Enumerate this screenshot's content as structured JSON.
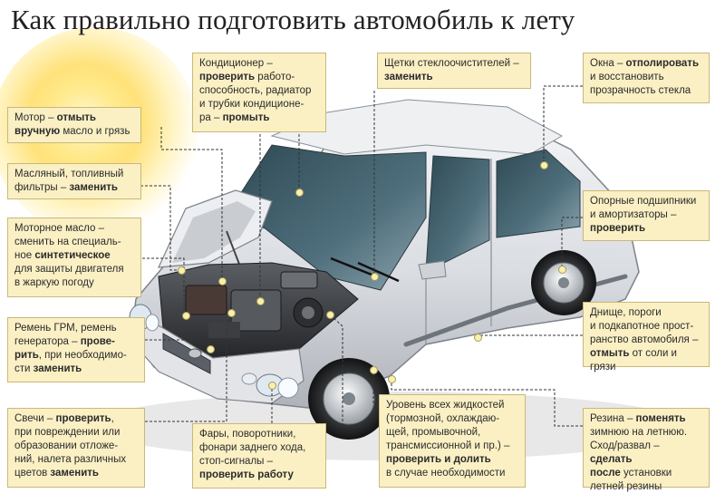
{
  "title": "Как правильно подготовить автомобиль к лету",
  "callouts": {
    "motor": [
      {
        "t": "Мотор – ",
        "b": false
      },
      {
        "t": "отмыть",
        "b": true
      },
      {
        "br": true
      },
      {
        "t": "вручную",
        "b": true
      },
      {
        "t": " масло и грязь",
        "b": false
      }
    ],
    "filters": [
      {
        "t": "Масляный, топливный",
        "b": false
      },
      {
        "br": true
      },
      {
        "t": "фильтры – ",
        "b": false
      },
      {
        "t": "заменить",
        "b": true
      }
    ],
    "oil": [
      {
        "t": "Моторное масло –",
        "b": false
      },
      {
        "br": true
      },
      {
        "t": "сменить  на специаль-",
        "b": false
      },
      {
        "br": true
      },
      {
        "t": "ное ",
        "b": false
      },
      {
        "t": "синтетическое",
        "b": true
      },
      {
        "br": true
      },
      {
        "t": "для защиты двигателя",
        "b": false
      },
      {
        "br": true
      },
      {
        "t": "в жаркую погоду",
        "b": false
      }
    ],
    "belt": [
      {
        "t": "Ремень ГРМ, ремень",
        "b": false
      },
      {
        "br": true
      },
      {
        "t": "генератора – ",
        "b": false
      },
      {
        "t": "прове-",
        "b": true
      },
      {
        "br": true
      },
      {
        "t": "рить",
        "b": true
      },
      {
        "t": ", при необходимо-",
        "b": false
      },
      {
        "br": true
      },
      {
        "t": "сти ",
        "b": false
      },
      {
        "t": "заменить",
        "b": true
      }
    ],
    "plugs": [
      {
        "t": "Свечи – ",
        "b": false
      },
      {
        "t": "проверить",
        "b": true
      },
      {
        "t": ",",
        "b": false
      },
      {
        "br": true
      },
      {
        "t": "при повреждении или",
        "b": false
      },
      {
        "br": true
      },
      {
        "t": "образовании отложе-",
        "b": false
      },
      {
        "br": true
      },
      {
        "t": "ний, налета различных",
        "b": false
      },
      {
        "br": true
      },
      {
        "t": "цветов ",
        "b": false
      },
      {
        "t": "заменить",
        "b": true
      }
    ],
    "ac": [
      {
        "t": "Кондиционер –",
        "b": false
      },
      {
        "br": true
      },
      {
        "t": "проверить",
        "b": true
      },
      {
        "t": " работо-",
        "b": false
      },
      {
        "br": true
      },
      {
        "t": "способность, радиатор",
        "b": false
      },
      {
        "br": true
      },
      {
        "t": "и трубки кондиционе-",
        "b": false
      },
      {
        "br": true
      },
      {
        "t": "ра – ",
        "b": false
      },
      {
        "t": "промыть",
        "b": true
      }
    ],
    "wipers": [
      {
        "t": "Щетки стеклоочистителей –",
        "b": false
      },
      {
        "br": true
      },
      {
        "t": "заменить",
        "b": true
      }
    ],
    "windows": [
      {
        "t": "Окна – ",
        "b": false
      },
      {
        "t": "отполировать",
        "b": true
      },
      {
        "br": true
      },
      {
        "t": "и восстановить",
        "b": false
      },
      {
        "br": true
      },
      {
        "t": "прозрачность стекла",
        "b": false
      }
    ],
    "bearings": [
      {
        "t": "Опорные подшипники",
        "b": false
      },
      {
        "br": true
      },
      {
        "t": "и амортизаторы –",
        "b": false
      },
      {
        "br": true
      },
      {
        "t": "проверить",
        "b": true
      }
    ],
    "bottom": [
      {
        "t": "Днище, пороги",
        "b": false
      },
      {
        "br": true
      },
      {
        "t": "и подкапотное прост-",
        "b": false
      },
      {
        "br": true
      },
      {
        "t": "ранство автомобиля –",
        "b": false
      },
      {
        "br": true
      },
      {
        "t": "отмыть",
        "b": true
      },
      {
        "t": " от соли и грязи",
        "b": false
      }
    ],
    "tires": [
      {
        "t": "Резина – ",
        "b": false
      },
      {
        "t": "поменять",
        "b": true
      },
      {
        "br": true
      },
      {
        "t": "зимнюю на летнюю.",
        "b": false
      },
      {
        "br": true
      },
      {
        "t": "Сход/развал – ",
        "b": false
      },
      {
        "t": "сделать",
        "b": true
      },
      {
        "br": true
      },
      {
        "t": "после",
        "b": true
      },
      {
        "t": " установки",
        "b": false
      },
      {
        "br": true
      },
      {
        "t": "летней резины",
        "b": false
      }
    ],
    "fluids": [
      {
        "t": "Уровень всех жидкостей",
        "b": false
      },
      {
        "br": true
      },
      {
        "t": "(тормозной, охлаждаю-",
        "b": false
      },
      {
        "br": true
      },
      {
        "t": "щей, промывочной,",
        "b": false
      },
      {
        "br": true
      },
      {
        "t": "трансмиссионной и пр.) –",
        "b": false
      },
      {
        "br": true
      },
      {
        "t": "проверить и долить",
        "b": true
      },
      {
        "br": true
      },
      {
        "t": "в случае необходимости",
        "b": false
      }
    ],
    "lights": [
      {
        "t": "Фары, поворотники,",
        "b": false
      },
      {
        "br": true
      },
      {
        "t": "фонари заднего хода,",
        "b": false
      },
      {
        "br": true
      },
      {
        "t": "стоп-сигналы –",
        "b": false
      },
      {
        "br": true
      },
      {
        "t": "проверить работу",
        "b": true
      }
    ]
  }
}
